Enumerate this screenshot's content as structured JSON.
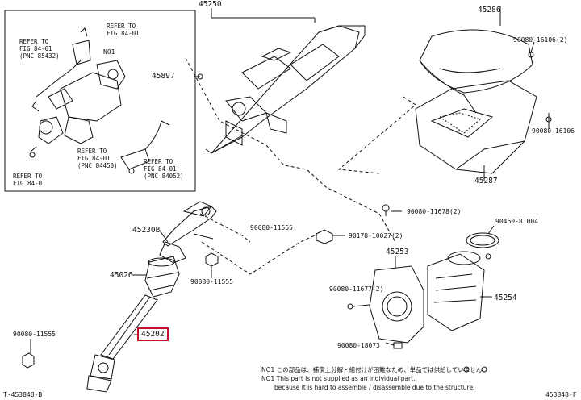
{
  "labels": {
    "p45250": "45250",
    "p45286": "45286",
    "p90080_16106_2": "90080-16106(2)",
    "p45897": "45897",
    "p90080_16106": "90080-16106",
    "p45287": "45287",
    "p90080_11678": "90080-11678(2)",
    "p45230b": "45230B",
    "p90080_11555_a": "90080-11555",
    "p90178_10027": "90178-10027(2)",
    "p90460_81004": "90460-81004",
    "p45253": "45253",
    "p45026": "45026",
    "p90080_11555_b": "90080-11555",
    "p90080_11677": "90080-11677(2)",
    "p45254": "45254",
    "p45202": "45202",
    "p90080_11555_c": "90080-11555",
    "p90080_18073": "90080-18073",
    "p_no1": "NO1"
  },
  "refs": {
    "r1": [
      "REFER TO",
      "FIG 84-01"
    ],
    "r2": [
      "REFER TO",
      "FIG 84-01",
      "(PNC 85432)"
    ],
    "r3": [
      "REFER TO",
      "FIG 84-01",
      "(PNC 84450)"
    ],
    "r4": [
      "REFER TO",
      "FIG 84-01",
      "(PNC 84052)"
    ],
    "r5": [
      "REFER TO",
      "FIG 84-01"
    ]
  },
  "notes": {
    "line1": "NO1 この部品は、補償上分解・組付けが困難なため、単品では供給していません",
    "line2": "NO1 This part is not supplied as an individual part,",
    "line3": "because it is hard to assemble / disassemble due to the structure."
  },
  "footer": {
    "left": "T-453848-B",
    "right": "453848-F"
  },
  "colors": {
    "highlight": "#c4102a",
    "ink": "#111111"
  }
}
